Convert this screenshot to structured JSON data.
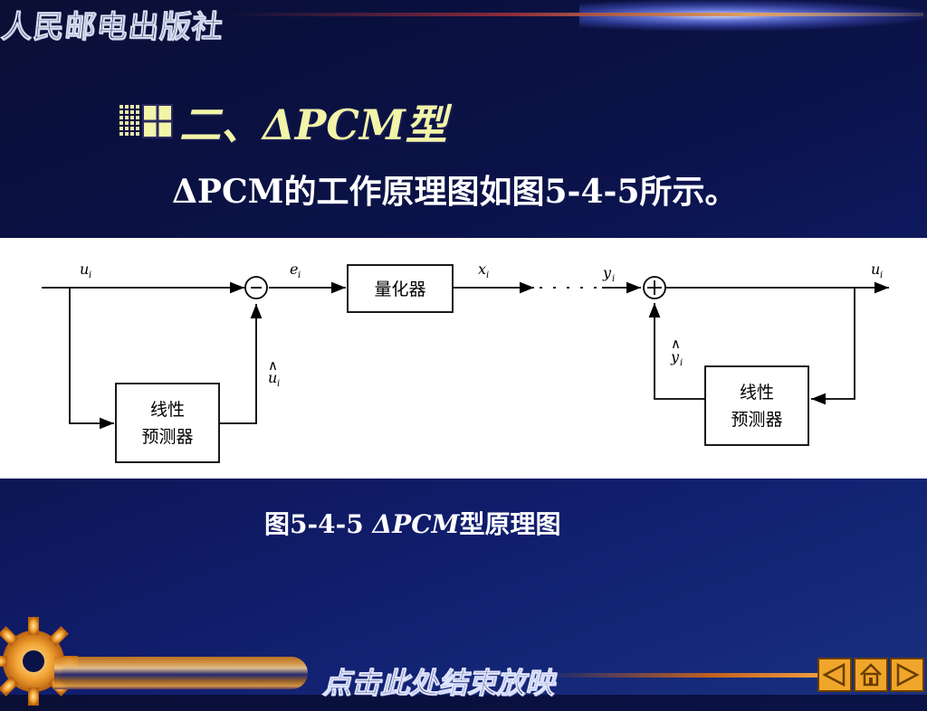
{
  "publisher": "人民邮电出版社",
  "heading": "二、ΔPCM型",
  "subtitle": "ΔPCM的工作原理图如图5-4-5所示。",
  "diagram": {
    "block_quantizer": "量化器",
    "block_predictor_line1": "线性",
    "block_predictor_line2": "预测器",
    "label_u_in": "u",
    "label_u_sub": "i",
    "label_e": "e",
    "label_e_sub": "i",
    "label_x": "x",
    "label_x_sub": "i",
    "label_y": "y",
    "label_y_sub": "i",
    "label_u_out": "u",
    "label_u_out_sub": "i",
    "label_u_hat": "u",
    "label_u_hat_sub": "i",
    "label_y_hat": "y",
    "label_y_hat_sub": "i",
    "hat_mark": "∧",
    "minus_sign": "−",
    "plus_sign": "+"
  },
  "caption_prefix": "图5-4-5",
  "caption_italic": "ΔPCM",
  "caption_suffix": "型原理图",
  "end_show": "点击此处结束放映",
  "colors": {
    "heading": "#f2f4a8",
    "accent": "#f0a62a",
    "background": "#0b1248"
  }
}
